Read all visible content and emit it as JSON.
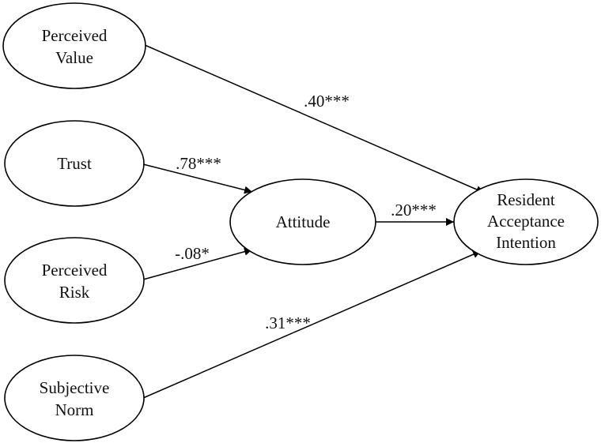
{
  "nodes": {
    "perceived_value": {
      "line1": "Perceived",
      "line2": "Value"
    },
    "trust": {
      "line1": "Trust"
    },
    "perceived_risk": {
      "line1": "Perceived",
      "line2": "Risk"
    },
    "subjective_norm": {
      "line1": "Subjective",
      "line2": "Norm"
    },
    "attitude": {
      "line1": "Attitude"
    },
    "resident_acceptance_intention": {
      "line1": "Resident",
      "line2": "Acceptance",
      "line3": "Intention"
    }
  },
  "edges": {
    "perceived_value_to_intention": ".40***",
    "trust_to_attitude": ".78***",
    "risk_to_attitude": "-.08*",
    "attitude_to_intention": ".20***",
    "norm_to_intention": ".31***"
  }
}
